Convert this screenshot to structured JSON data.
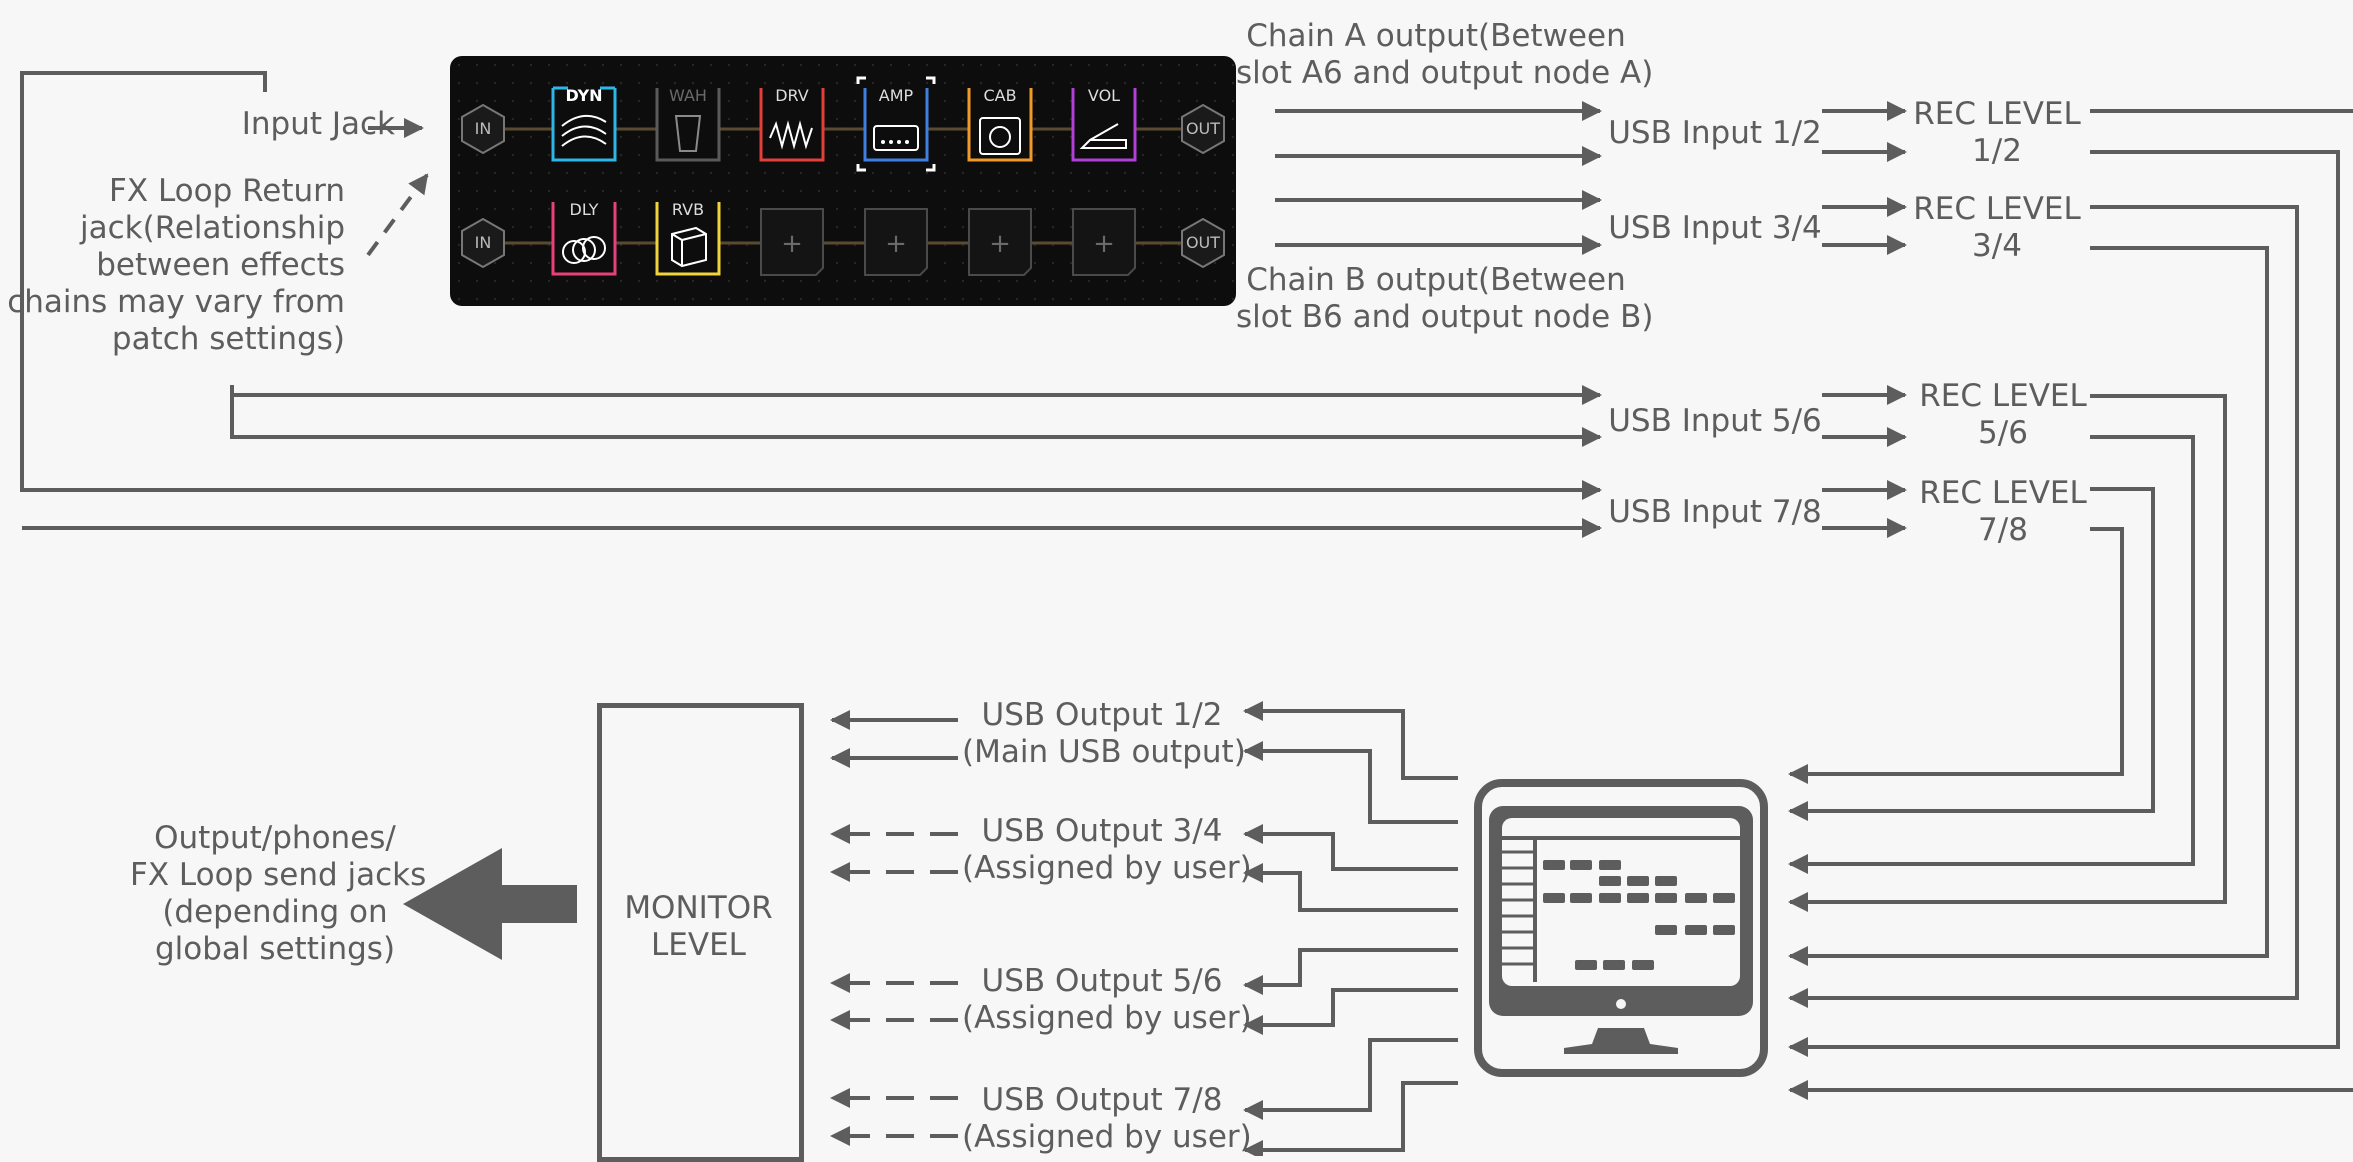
{
  "device": {
    "chain_a": {
      "in": "IN",
      "out": "OUT",
      "blocks": [
        "DYN",
        "WAH",
        "DRV",
        "AMP",
        "CAB",
        "VOL"
      ]
    },
    "chain_b": {
      "in": "IN",
      "out": "OUT",
      "blocks": [
        "DLY",
        "RVB"
      ],
      "empty_slot": "+"
    }
  },
  "labels": {
    "input_jack": "Input Jack",
    "fx_return": [
      "FX Loop Return",
      "jack(Relationship",
      "between effects",
      "chains may vary from",
      "patch settings)"
    ],
    "chain_a": [
      "Chain A output(Between",
      "slot A6 and output node A)"
    ],
    "chain_b": [
      "Chain B output(Between",
      "slot B6 and output node B)"
    ],
    "usb_in": [
      "USB Input 1/2",
      "USB Input 3/4",
      "USB Input 5/6",
      "USB Input 7/8"
    ],
    "rec_level": [
      [
        "REC LEVEL",
        "1/2"
      ],
      [
        "REC LEVEL",
        "3/4"
      ],
      [
        "REC LEVEL",
        "5/6"
      ],
      [
        "REC LEVEL",
        "7/8"
      ]
    ],
    "usb_out": [
      [
        "USB Output 1/2",
        "(Main USB output)"
      ],
      [
        "USB Output 3/4",
        "(Assigned by user)"
      ],
      [
        "USB Output 5/6",
        "(Assigned by user)"
      ],
      [
        "USB Output 7/8",
        "(Assigned by user)"
      ]
    ],
    "monitor": [
      "MONITOR",
      "LEVEL"
    ],
    "outputs": [
      "Output/phones/",
      "FX Loop send jacks",
      "(depending on",
      "global settings)"
    ]
  },
  "colors": {
    "line": "#5d5d5d",
    "background": "#f7f7f7",
    "panel": "#0d0d0d",
    "dyn": "#2fb6e8",
    "wah": "#6a6a6a",
    "drv": "#e4403a",
    "amp": "#3f7fe0",
    "cab": "#f09a2b",
    "vol": "#b040d8",
    "dly": "#e8407a",
    "rvb": "#f0d43a"
  }
}
